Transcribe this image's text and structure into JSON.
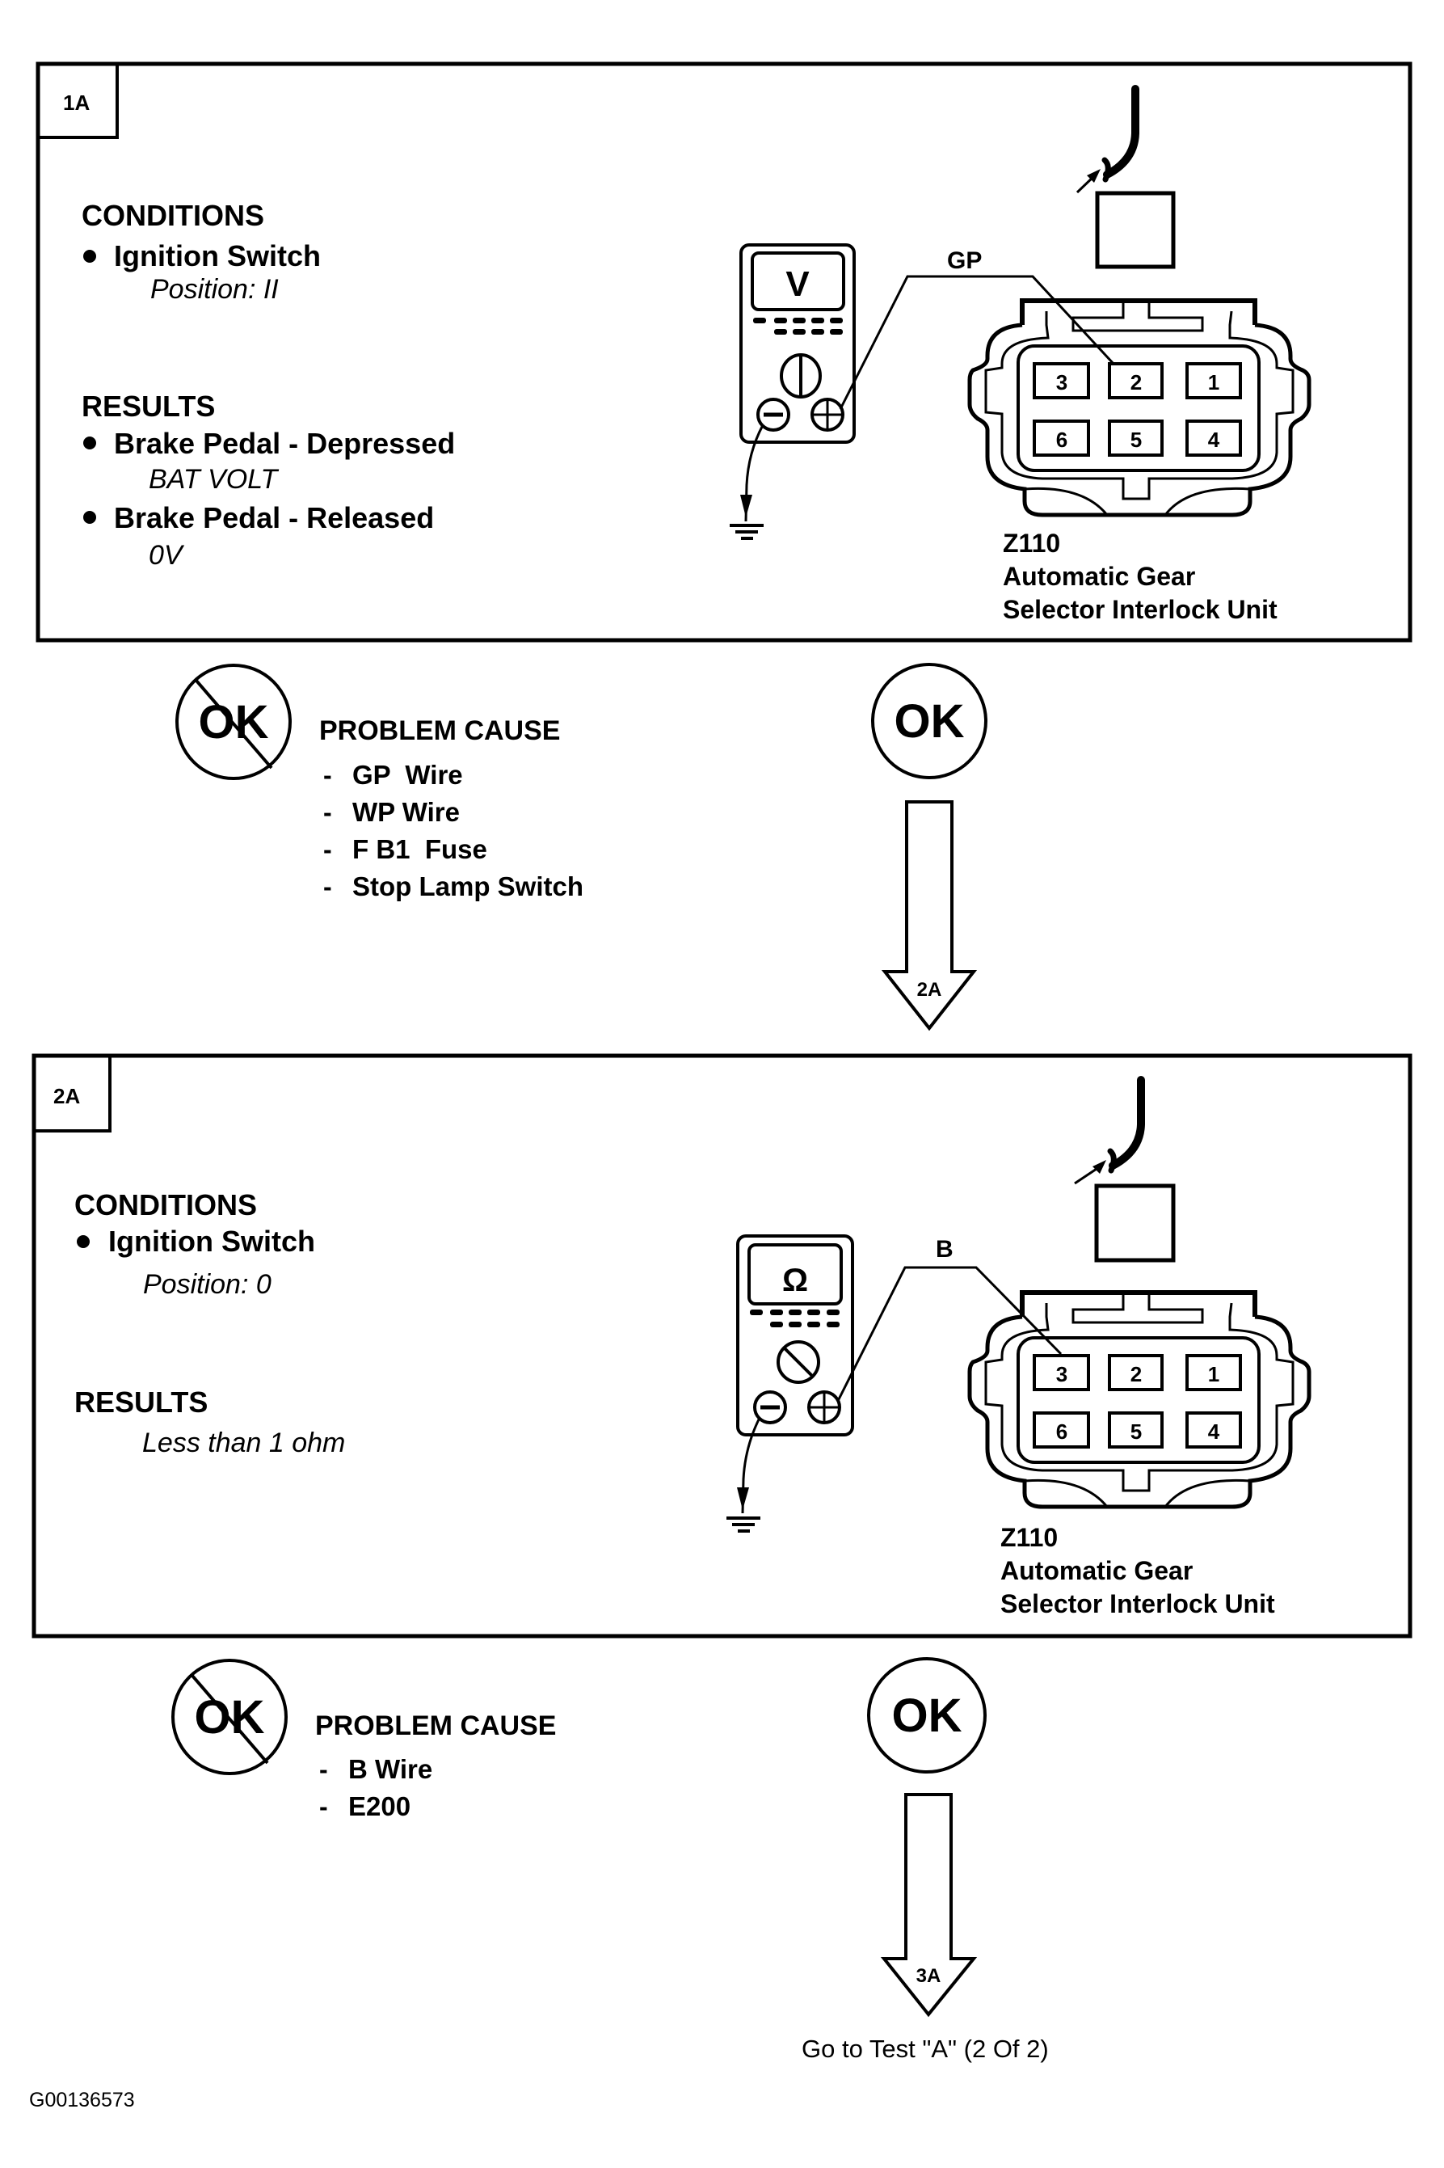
{
  "figure_id": "G00136573",
  "colors": {
    "ink": "#000000",
    "paper": "#ffffff"
  },
  "steps": [
    {
      "step_label": "1A",
      "conditions_heading": "CONDITIONS",
      "conditions": [
        {
          "item": "Ignition Switch",
          "detail": "Position: II"
        }
      ],
      "results_heading": "RESULTS",
      "results": [
        {
          "item": "Brake Pedal - Depressed",
          "detail": "BAT VOLT"
        },
        {
          "item": "Brake Pedal - Released",
          "detail": "0V"
        }
      ],
      "meter": {
        "mode_symbol": "V",
        "mode_name": "voltmeter"
      },
      "wire_label": "GP",
      "probe_pin": "2",
      "connector": {
        "id": "Z110",
        "name_line1": "Automatic Gear",
        "name_line2": "Selector Interlock Unit",
        "pins_top": [
          "3",
          "2",
          "1"
        ],
        "pins_bottom": [
          "6",
          "5",
          "4"
        ]
      },
      "not_ok": {
        "symbol": "OK",
        "heading": "PROBLEM CAUSE",
        "causes": [
          "GP  Wire",
          "WP Wire",
          "F B1  Fuse",
          "Stop Lamp Switch"
        ]
      },
      "ok": {
        "symbol": "OK",
        "next_step": "2A"
      }
    },
    {
      "step_label": "2A",
      "conditions_heading": "CONDITIONS",
      "conditions": [
        {
          "item": "Ignition Switch",
          "detail": "Position: 0"
        }
      ],
      "results_heading": "RESULTS",
      "results": [
        {
          "item": "",
          "detail": "Less than 1 ohm"
        }
      ],
      "meter": {
        "mode_symbol": "Ω",
        "mode_name": "ohmmeter"
      },
      "wire_label": "B",
      "probe_pin": "3",
      "connector": {
        "id": "Z110",
        "name_line1": "Automatic Gear",
        "name_line2": "Selector Interlock Unit",
        "pins_top": [
          "3",
          "2",
          "1"
        ],
        "pins_bottom": [
          "6",
          "5",
          "4"
        ]
      },
      "not_ok": {
        "symbol": "OK",
        "heading": "PROBLEM CAUSE",
        "causes": [
          "B Wire",
          "E200"
        ]
      },
      "ok": {
        "symbol": "OK",
        "next_step": "3A"
      }
    }
  ],
  "footer_note": "Go to Test \"A\" (2 Of 2)"
}
